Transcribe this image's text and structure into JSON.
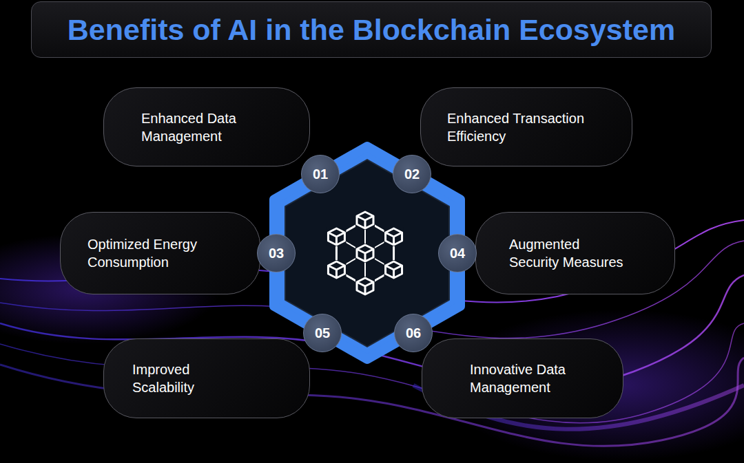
{
  "diagram": {
    "title": "Benefits of AI in the Blockchain Ecosystem",
    "nodes": [
      {
        "text": [
          "Enhanced Data Management"
        ]
      },
      {
        "text": [
          "Enhanced Transaction Efficiency"
        ]
      },
      {
        "text": [
          "Optimized Energy Consumption"
        ]
      },
      {
        "text": [
          "Augmented Security Measures"
        ]
      },
      {
        "text": [
          "Improved Scalability"
        ]
      },
      {
        "text": [
          "Innovative Data Management"
        ]
      }
    ],
    "labels": [
      "01",
      "02",
      "03",
      "04",
      "05",
      "06"
    ]
  }
}
